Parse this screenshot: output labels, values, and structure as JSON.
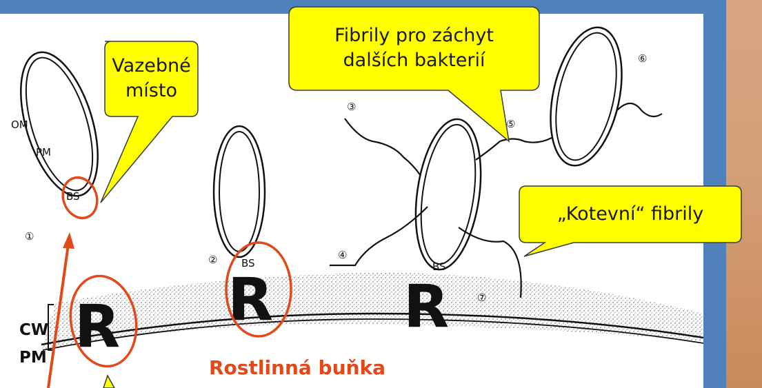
{
  "callouts": {
    "binding_site": "Vazebné místo",
    "binding_site_line1": "Vazebné",
    "binding_site_line2": "místo",
    "capture_fibrils_line1": "Fibrily pro záchyt",
    "capture_fibrils_line2": "dalších bakterií",
    "anchor_fibrils": "„Kotevní“ fibrily"
  },
  "caption": "Rostlinná buňka",
  "diagram_labels": {
    "om": "OM",
    "pm_bacterium": "PM",
    "bs": "BS",
    "r": "R",
    "cw": "CW",
    "pm_cell": "PM"
  },
  "stage_numbers": [
    "①",
    "②",
    "③",
    "④",
    "⑤",
    "⑥",
    "⑦"
  ],
  "colors": {
    "slide_background": "#4f81bd",
    "callout_fill": "#ffff00",
    "highlight": "#e04a1a",
    "side_panel": "#d39d74"
  }
}
